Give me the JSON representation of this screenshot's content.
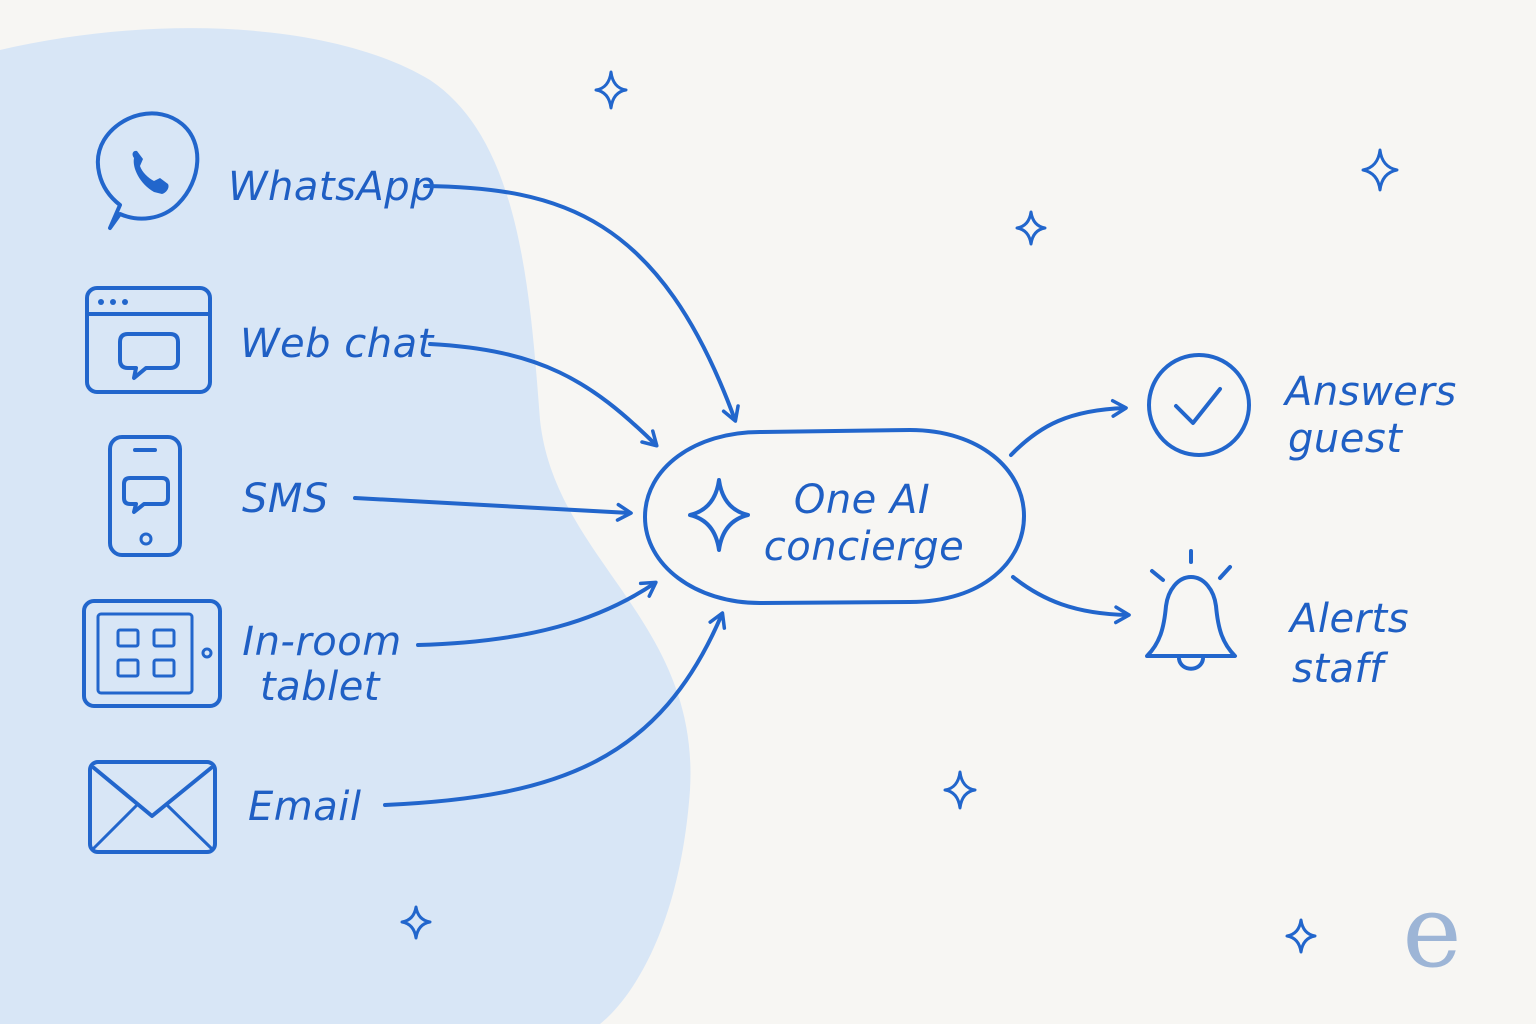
{
  "inputs": {
    "whatsapp": "WhatsApp",
    "webchat": "Web chat",
    "sms": "SMS",
    "tablet_line1": "In-room",
    "tablet_line2": "tablet",
    "email": "Email"
  },
  "hub": {
    "line1": "One AI",
    "line2": "concierge"
  },
  "outputs": {
    "answers_line1": "Answers",
    "answers_line2": "guest",
    "alerts_line1": "Alerts",
    "alerts_line2": "staff"
  },
  "logo": "e",
  "colors": {
    "ink": "#2266cc",
    "background": "#f7f6f3",
    "blob": "#d8e6f6",
    "logo": "#9db5d6"
  }
}
